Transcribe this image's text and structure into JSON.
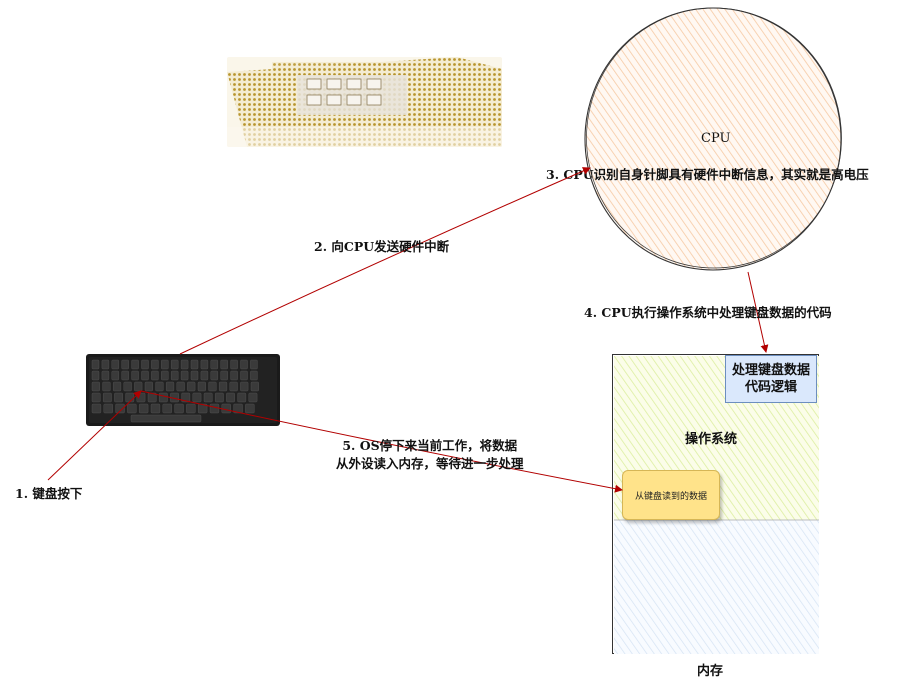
{
  "cpu": {
    "label": "CPU"
  },
  "steps": {
    "step1": "1. 键盘按下",
    "step2": "2. 向CPU发送硬件中断",
    "step3": "3. CPU识别自身针脚具有硬件中断信息，其实就是高电压",
    "step4": "4. CPU执行操作系统中处理键盘数据的代码",
    "step5_line1": "5. OS停下来当前工作，将数据",
    "step5_line2": "从外设读入内存，等待进一步处理"
  },
  "memory": {
    "label": "内存",
    "os_label": "操作系统",
    "handler_line1": "处理键盘数据",
    "handler_line2": "代码逻辑",
    "keyboard_data": "从键盘读到的数据"
  },
  "colors": {
    "arrow": "#b20000",
    "cpu_fill": "#fbe0cc",
    "os_fill": "#eaf5b8",
    "memory_fill": "#dde8f5",
    "handler_fill": "#dae8fc",
    "kbdata_fill": "#ffe38a"
  }
}
